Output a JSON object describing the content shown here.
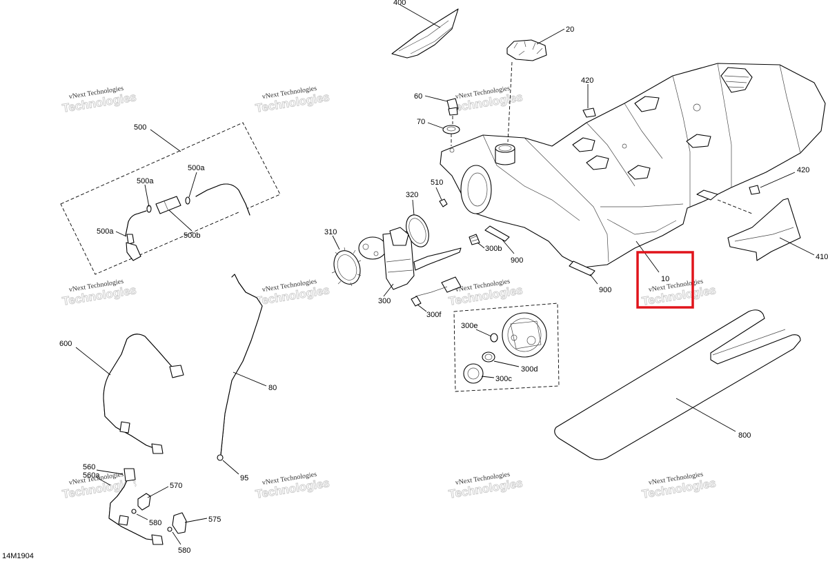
{
  "drawing_id": "14M1904",
  "watermark": {
    "line1": "vNext Technologies",
    "line2": "Technologies"
  },
  "highlight_color": "#e0141b",
  "callouts": {
    "c400": "400",
    "c20": "20",
    "c420a": "420",
    "c420b": "420",
    "c410": "410",
    "c60": "60",
    "c70": "70",
    "c510": "510",
    "c320": "320",
    "c310": "310",
    "c300": "300",
    "c300b": "300b",
    "c300f": "300f",
    "c900a": "900",
    "c900b": "900",
    "c10": "10",
    "c300e": "300e",
    "c300d": "300d",
    "c300c": "300c",
    "c800": "800",
    "c500": "500",
    "c500a1": "500a",
    "c500a2": "500a",
    "c500a3": "500a",
    "c500b": "500b",
    "c600": "600",
    "c80": "80",
    "c95": "95",
    "c560": "560",
    "c560a": "560a",
    "c570": "570",
    "c575": "575",
    "c580a": "580",
    "c580b": "580"
  }
}
